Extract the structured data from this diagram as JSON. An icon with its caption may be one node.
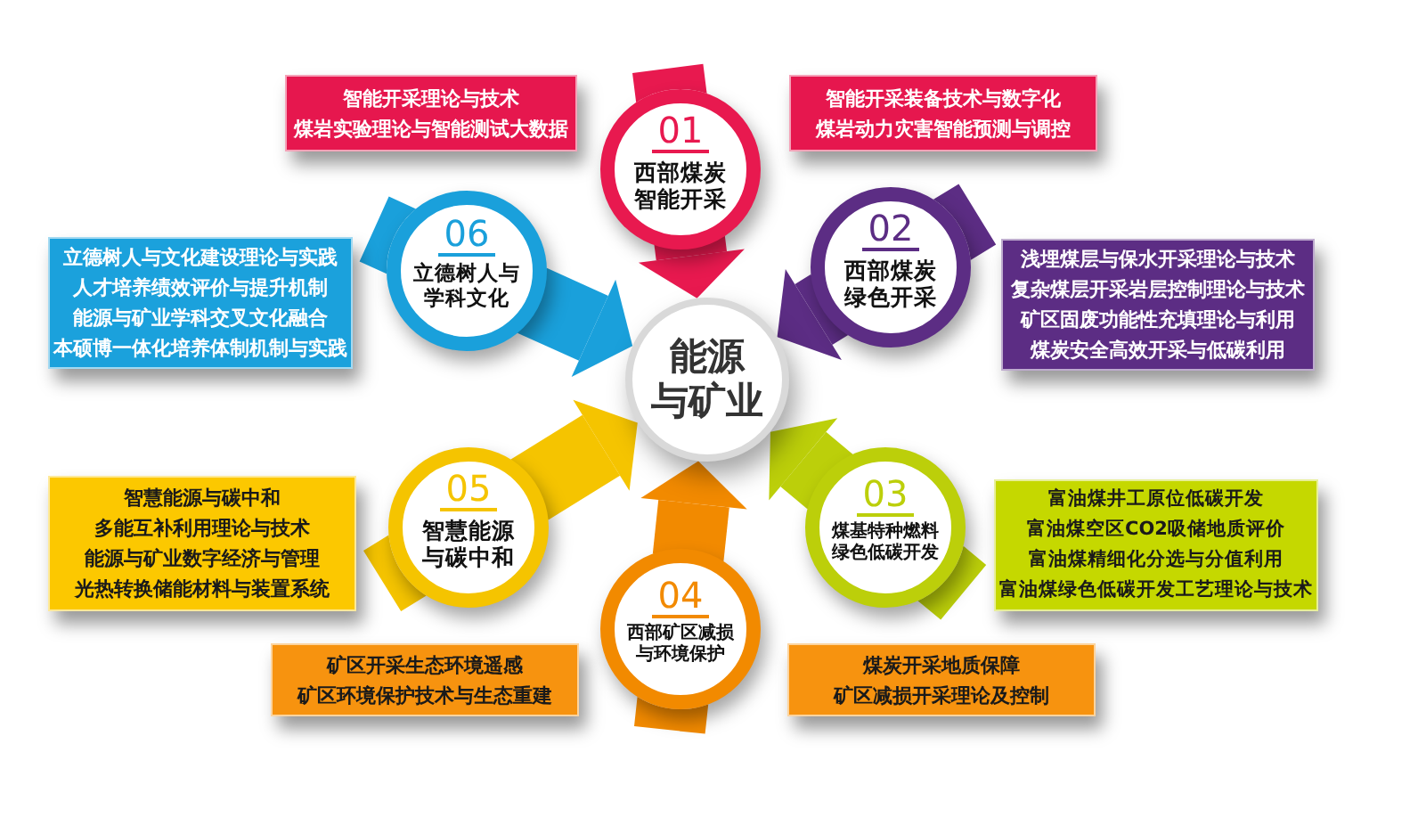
{
  "diagram": {
    "nodes": [
      {
        "text": [
          "能源与矿业"
        ]
      },
      {
        "text": [
          "01",
          "西部煤炭智能开采"
        ]
      },
      {
        "text": [
          "智能开采理论与技术",
          "煤岩实验理论与智能测试大数据"
        ]
      },
      {
        "text": [
          "智能开采装备技术与数字化",
          "煤岩动力灾害智能预测与调控"
        ]
      },
      {
        "text": [
          "02",
          "西部煤炭绿色开采"
        ]
      },
      {
        "text": [
          "浅埋煤层与保水开采理论与技术",
          "复杂煤层开采岩层控制理论与技术",
          "矿区固废功能性充填理论与利用",
          "煤炭安全高效开采与低碳利用"
        ]
      },
      {
        "text": [
          "03",
          "煤基特种燃料绿色低碳开发"
        ]
      },
      {
        "text": [
          "富油煤井工原位低碳开发",
          "富油煤空区CO2吸储地质评价",
          "富油煤精细化分选与分值利用",
          "富油煤绿色低碳开发工艺理论与技术"
        ]
      },
      {
        "text": [
          "04",
          "西部矿区减损与环境保护"
        ]
      },
      {
        "text": [
          "矿区开采生态环境遥感",
          "矿区环境保护技术与生态重建"
        ]
      },
      {
        "text": [
          "煤炭开采地质保障",
          "矿区减损开采理论及控制"
        ]
      },
      {
        "text": [
          "05",
          "智慧能源与碳中和"
        ]
      },
      {
        "text": [
          "智慧能源与碳中和",
          "多能互补利用理论与技术",
          "能源与矿业数字经济与管理",
          "光热转换储能材料与装置系统"
        ]
      },
      {
        "text": [
          "06",
          "立德树人与学科文化"
        ]
      },
      {
        "text": [
          "立德树人与文化建设理论与实践",
          "人才培养绩效评价与提升机制",
          "能源与矿业学科交叉文化融合",
          "本硕博一体化培养体制机制与实践"
        ]
      }
    ],
    "edges": [
      {
        "from": 1,
        "to": 0,
        "arrow": "to",
        "color": "#e8194f"
      },
      {
        "from": 4,
        "to": 0,
        "arrow": "to",
        "color": "#5c2d84"
      },
      {
        "from": 6,
        "to": 0,
        "arrow": "to",
        "color": "#bccf0a"
      },
      {
        "from": 8,
        "to": 0,
        "arrow": "to",
        "color": "#f28a00"
      },
      {
        "from": 11,
        "to": 0,
        "arrow": "to",
        "color": "#f5c400"
      },
      {
        "from": 13,
        "to": 0,
        "arrow": "to",
        "color": "#1aa0db"
      }
    ]
  }
}
